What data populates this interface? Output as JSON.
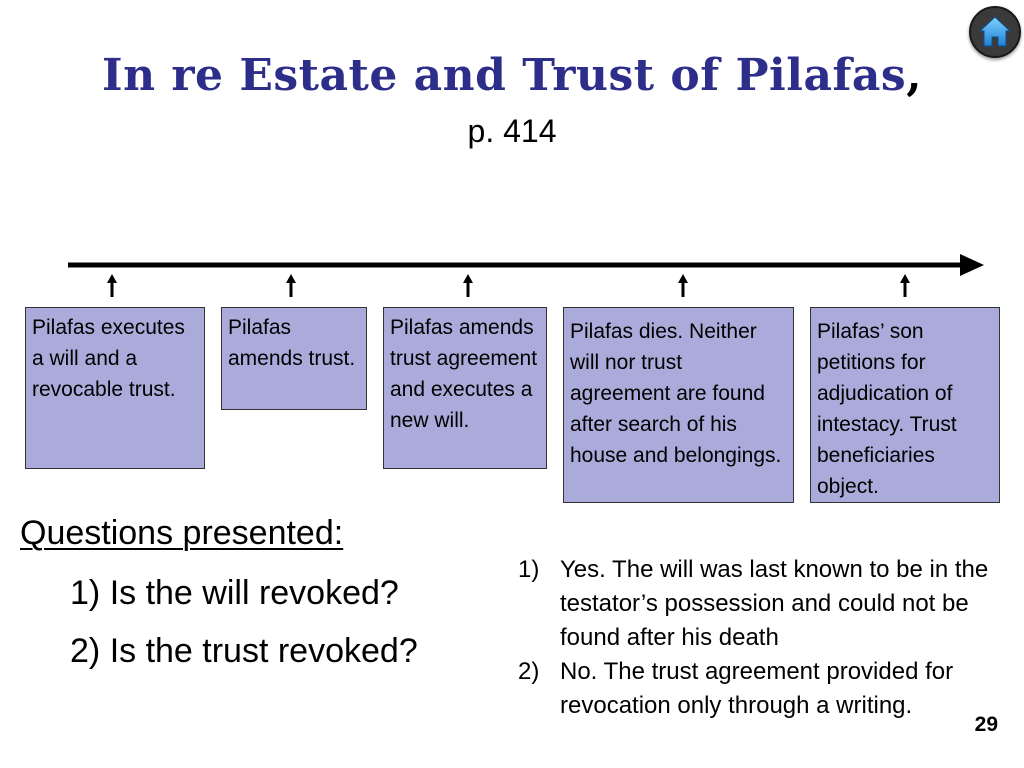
{
  "slide": {
    "title": "In re Estate and Trust of Pilafas",
    "title_suffix": ",",
    "subtitle": "p. 414",
    "page_number": "29"
  },
  "colors": {
    "title": "#2d2d8a",
    "box_fill": "#ababdb",
    "box_border": "#333333",
    "timeline": "#000000"
  },
  "timeline": {
    "events": [
      {
        "text": "Pilafas executes a will and a revocable trust."
      },
      {
        "text": "Pilafas amends trust."
      },
      {
        "text": "Pilafas amends trust agreement and executes a new will."
      },
      {
        "text": "Pilafas dies. Neither will nor trust agreement are found after search of his house and belongings."
      },
      {
        "text": "Pilafas’ son petitions for adjudication of intestacy. Trust beneficiaries object."
      }
    ]
  },
  "questions": {
    "heading": "Questions presented:",
    "items": [
      {
        "number": "1)",
        "text": "Is the will revoked?"
      },
      {
        "number": "2)",
        "text": "Is the trust revoked?"
      }
    ]
  },
  "answers": [
    {
      "number": "1)",
      "text": "Yes. The will was last known to be in the testator’s possession and could not be found after his death"
    },
    {
      "number": "2)",
      "text": "No. The trust agreement provided for revocation only through a writing."
    }
  ],
  "home_icon": "home-icon"
}
